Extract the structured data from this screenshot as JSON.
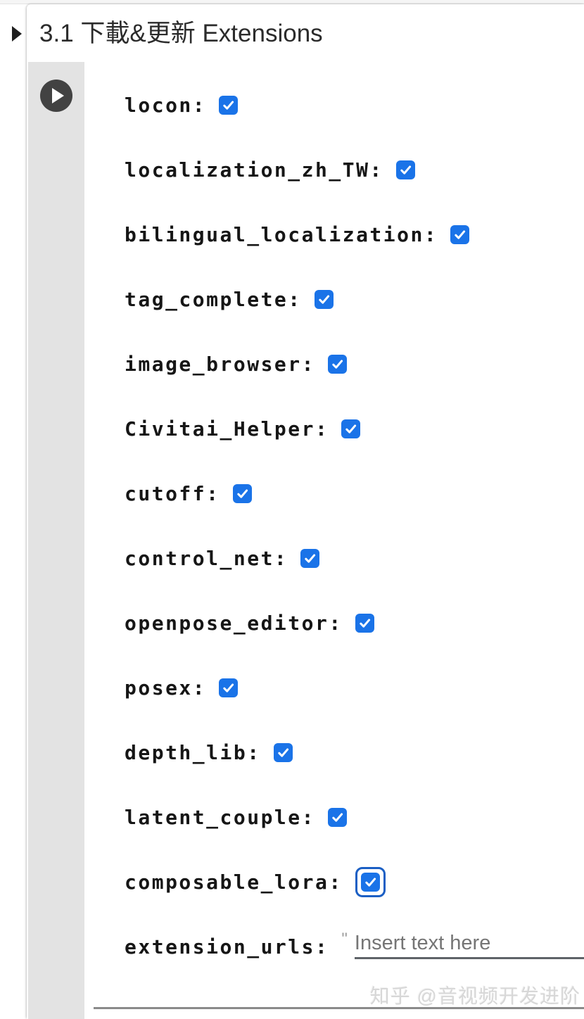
{
  "header": {
    "title": "3.1 下載&更新 Extensions",
    "collapse_icon": "triangle-right"
  },
  "cell": {
    "run_button": "play",
    "fields": [
      {
        "label": "locon:",
        "type": "checkbox",
        "checked": true,
        "focused": false
      },
      {
        "label": "localization_zh_TW:",
        "type": "checkbox",
        "checked": true,
        "focused": false
      },
      {
        "label": "bilingual_localization:",
        "type": "checkbox",
        "checked": true,
        "focused": false
      },
      {
        "label": "tag_complete:",
        "type": "checkbox",
        "checked": true,
        "focused": false
      },
      {
        "label": "image_browser:",
        "type": "checkbox",
        "checked": true,
        "focused": false
      },
      {
        "label": "Civitai_Helper:",
        "type": "checkbox",
        "checked": true,
        "focused": false
      },
      {
        "label": "cutoff:",
        "type": "checkbox",
        "checked": true,
        "focused": false
      },
      {
        "label": "control_net:",
        "type": "checkbox",
        "checked": true,
        "focused": false
      },
      {
        "label": "openpose_editor:",
        "type": "checkbox",
        "checked": true,
        "focused": false
      },
      {
        "label": "posex:",
        "type": "checkbox",
        "checked": true,
        "focused": false
      },
      {
        "label": "depth_lib:",
        "type": "checkbox",
        "checked": true,
        "focused": false
      },
      {
        "label": "latent_couple:",
        "type": "checkbox",
        "checked": true,
        "focused": false
      },
      {
        "label": "composable_lora:",
        "type": "checkbox",
        "checked": true,
        "focused": true
      },
      {
        "label": "extension_urls:",
        "type": "text",
        "prefix": "\"",
        "value": "",
        "placeholder": "Insert text here"
      }
    ]
  },
  "watermark": {
    "text": "知乎 @音视频开发进阶"
  },
  "colors": {
    "checkbox_blue": "#1a73e8",
    "focus_ring_blue": "#1b5fc4",
    "gutter_gray": "#e3e3e3",
    "run_button_gray": "#424242",
    "divider_gray": "#8a8a8a",
    "label_color": "#161616",
    "placeholder_gray": "#757575",
    "watermark_gray": "#d7d7d7"
  }
}
